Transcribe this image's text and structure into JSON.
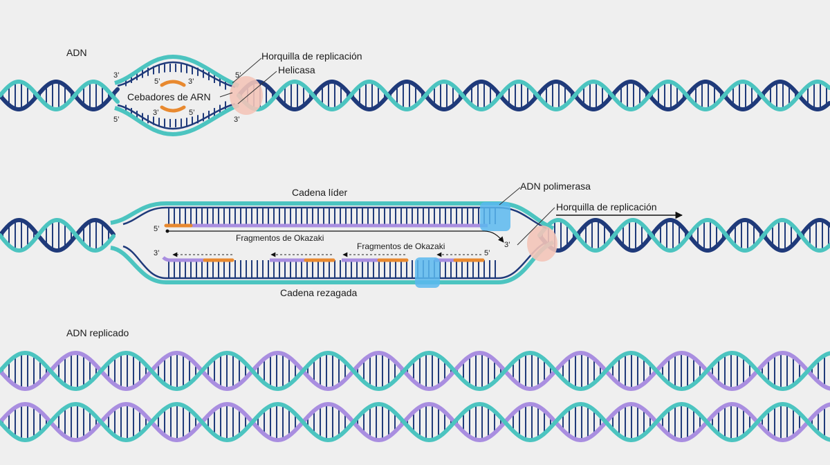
{
  "labels": {
    "dna": "ADN",
    "fork_top": "Horquilla de replicación",
    "helicase": "Helicasa",
    "rna_primers": "Cebadores de ARN",
    "leading_strand": "Cadena líder",
    "dna_polymerase": "ADN polimerasa",
    "fork_middle": "Horquilla de replicación",
    "okazaki_1": "Fragmentos de Okazaki",
    "okazaki_2": "Fragmentos de Okazaki",
    "lagging_strand": "Cadena rezagada",
    "replicated_dna": "ADN replicado"
  },
  "ends": {
    "three_prime": "3’",
    "five_prime": "5’"
  },
  "colors": {
    "teal": "#4cc4c0",
    "navy": "#1f3a7a",
    "purple": "#a98ee0",
    "orange": "#e8892f",
    "helicase": "#f3c4b8",
    "polymerase": "#5bb8ee",
    "background": "#efefef"
  }
}
